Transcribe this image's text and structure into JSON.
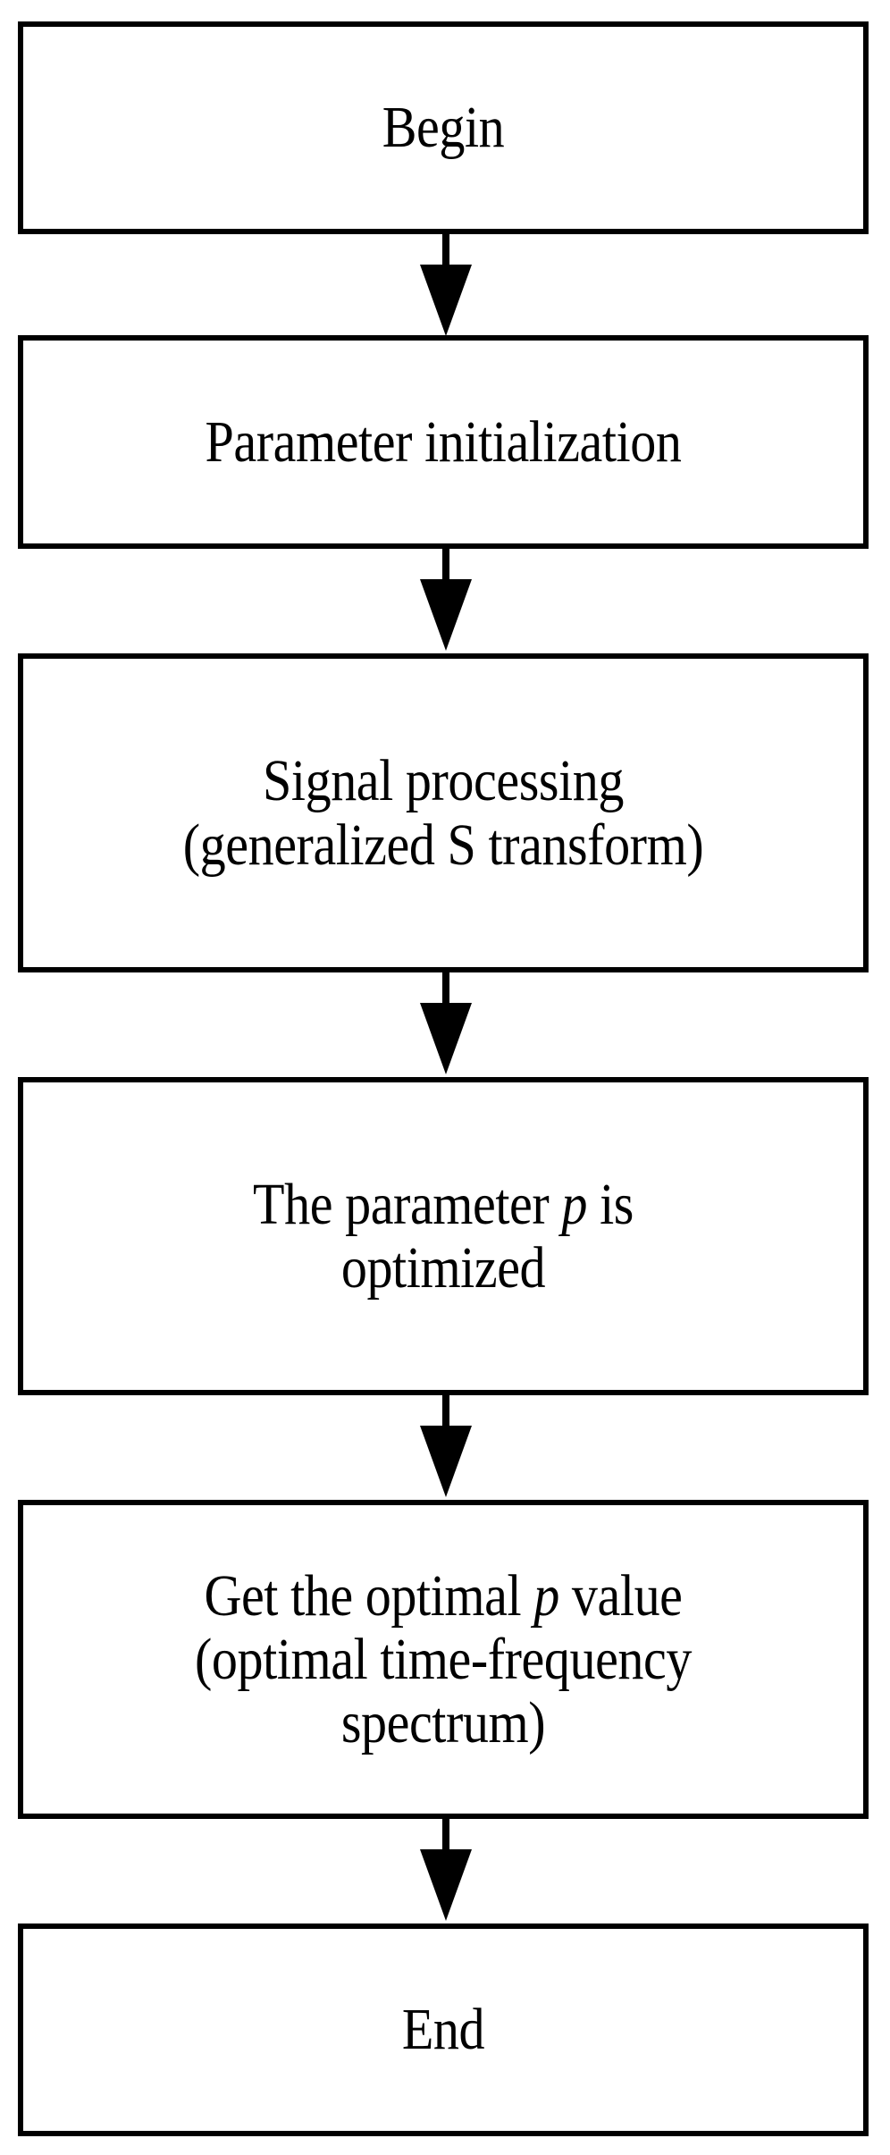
{
  "diagram": {
    "type": "flowchart",
    "orientation": "top-to-bottom",
    "background_color": "#ffffff",
    "stroke_color": "#000000",
    "nodes": [
      {
        "id": "begin",
        "label": "Begin"
      },
      {
        "id": "param-init",
        "label": "Parameter initialization"
      },
      {
        "id": "signal",
        "label_line1": "Signal processing",
        "label_line2": "(generalized S transform)"
      },
      {
        "id": "optimize",
        "label_pre": "The parameter ",
        "label_var": "p",
        "label_post": " is\noptimized"
      },
      {
        "id": "optimal-p",
        "label_pre": "Get the optimal ",
        "label_var": "p",
        "label_post": " value\n(optimal time-frequency\nspectrum)"
      },
      {
        "id": "end",
        "label": "End"
      }
    ],
    "edges": [
      {
        "id": "arrow-1",
        "from": "begin",
        "to": "param-init",
        "arrowhead": "filled-triangle-down"
      },
      {
        "id": "arrow-2",
        "from": "param-init",
        "to": "signal",
        "arrowhead": "filled-triangle-down"
      },
      {
        "id": "arrow-3",
        "from": "signal",
        "to": "optimize",
        "arrowhead": "filled-triangle-down"
      },
      {
        "id": "arrow-4",
        "from": "optimize",
        "to": "optimal-p",
        "arrowhead": "filled-triangle-down"
      },
      {
        "id": "arrow-5",
        "from": "optimal-p",
        "to": "end",
        "arrowhead": "filled-triangle-down"
      }
    ]
  }
}
